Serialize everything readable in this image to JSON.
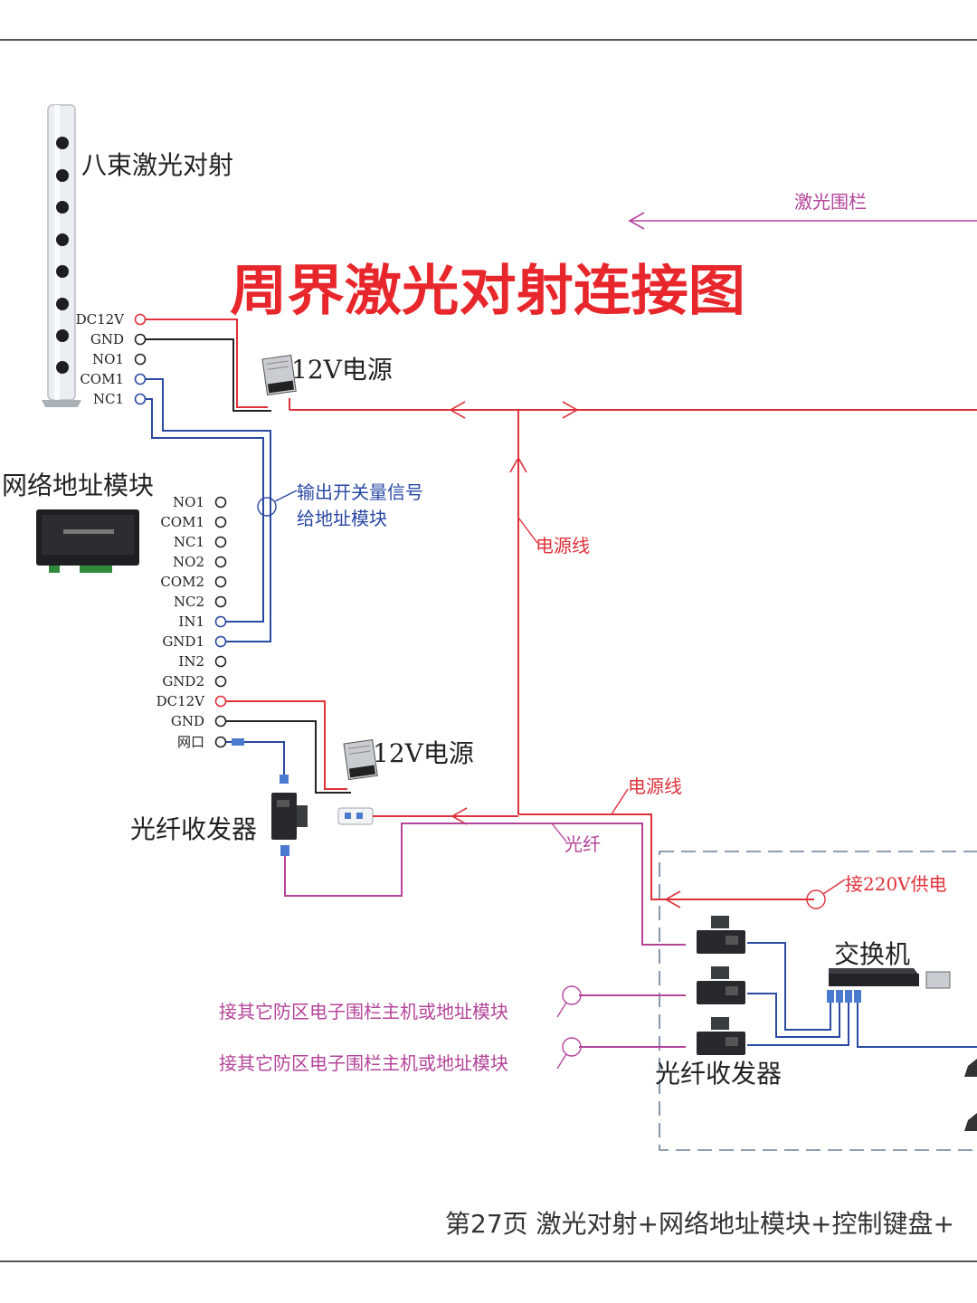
{
  "title": "周界激光对射连接图",
  "laser": {
    "label": "八束激光对射",
    "pins": [
      "DC12V",
      "GND",
      "NO1",
      "COM1",
      "NC1"
    ]
  },
  "laser_fence_label": "激光围栏",
  "psu_top_label": "12V电源",
  "psu_bottom_label": "12V电源",
  "module": {
    "label": "网络地址模块",
    "pins": [
      "NO1",
      "COM1",
      "NC1",
      "NO2",
      "COM2",
      "NC2",
      "IN1",
      "GND1",
      "IN2",
      "GND2",
      "DC12V",
      "GND",
      "网口"
    ]
  },
  "signal_note": {
    "line1": "输出开关量信号",
    "line2": "给地址模块"
  },
  "power_line_label_1": "电源线",
  "power_line_label_2": "电源线",
  "fiber_label": "光纤",
  "fiber_transceiver_left_label": "光纤收发器",
  "fiber_transceiver_right_label": "光纤收发器",
  "ac_supply_label": "接220V供电",
  "switch_label": "交换机",
  "other_zone_1": "接其它防区电子围栏主机或地址模块",
  "other_zone_2": "接其它防区电子围栏主机或地址模块",
  "footer": "第27页  激光对射+网络地址模块+控制键盘+",
  "colors": {
    "power": "#e0303a",
    "ground": "#222222",
    "signal": "#2b49a3",
    "fiber": "#b4449a",
    "title": "#e8272c"
  }
}
